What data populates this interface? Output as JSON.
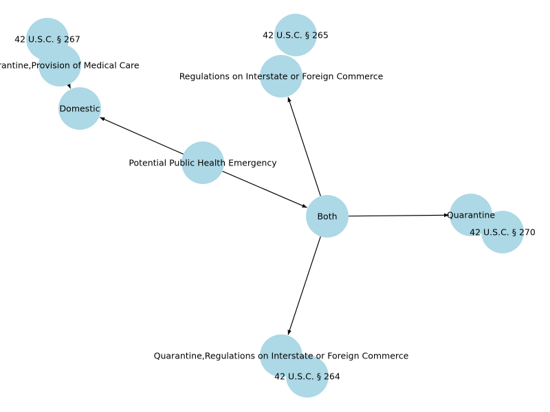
{
  "colors": {
    "node_fill": "#add8e6",
    "edge": "#000000",
    "label": "#000000",
    "background": "#ffffff"
  },
  "nodes": [
    {
      "id": "phe",
      "label": "Potential Public Health Emergency"
    },
    {
      "id": "domestic",
      "label": "Domestic"
    },
    {
      "id": "both",
      "label": "Both"
    },
    {
      "id": "qpmc",
      "label": "Quarantine,Provision of Medical Care"
    },
    {
      "id": "usc267",
      "label": "42 U.S.C. § 267"
    },
    {
      "id": "rifc",
      "label": "Regulations on Interstate or Foreign Commerce"
    },
    {
      "id": "usc265",
      "label": "42 U.S.C. § 265"
    },
    {
      "id": "quarantine",
      "label": "Quarantine"
    },
    {
      "id": "usc270",
      "label": "42 U.S.C. § 270"
    },
    {
      "id": "qrifc",
      "label": "Quarantine,Regulations on Interstate or Foreign Commerce"
    },
    {
      "id": "usc264",
      "label": "42 U.S.C. § 264"
    }
  ],
  "edges": [
    {
      "from": "phe",
      "to": "domestic"
    },
    {
      "from": "phe",
      "to": "both"
    },
    {
      "from": "qpmc",
      "to": "domestic"
    },
    {
      "from": "both",
      "to": "rifc"
    },
    {
      "from": "both",
      "to": "quarantine"
    },
    {
      "from": "both",
      "to": "qrifc"
    }
  ]
}
